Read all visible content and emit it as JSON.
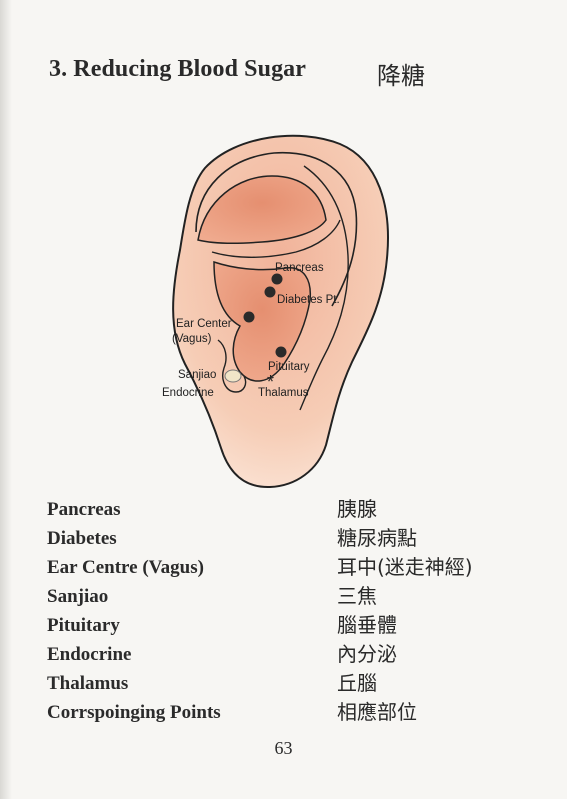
{
  "header": {
    "title": "3. Reducing Blood Sugar",
    "title_cn": "降糖"
  },
  "diagram": {
    "labels": {
      "pancreas": "Pancreas",
      "diabetes_pt": "Diabetes Pt.",
      "ear_center": "Ear Center",
      "vagus": "(Vagus)",
      "pituitary": "Pituitary",
      "sanjiao": "Sanjiao",
      "endocrine": "Endocrine",
      "thalamus": "Thalamus",
      "thalamus_marker": "*"
    },
    "colors": {
      "ear_fill": "#f5c9b0",
      "ear_inner": "#ec9f80",
      "outline": "#222222",
      "point": "#2a2a2a"
    }
  },
  "glossary": [
    {
      "en": "Pancreas",
      "cn": "胰腺"
    },
    {
      "en": "Diabetes",
      "cn": "糖尿病點"
    },
    {
      "en": "Ear Centre (Vagus)",
      "cn": "耳中(迷走神經)"
    },
    {
      "en": "Sanjiao",
      "cn": "三焦"
    },
    {
      "en": "Pituitary",
      "cn": "腦垂體"
    },
    {
      "en": "Endocrine",
      "cn": "內分泌"
    },
    {
      "en": "Thalamus",
      "cn": "丘腦"
    },
    {
      "en": "Corrspoinging Points",
      "cn": "相應部位"
    }
  ],
  "footer": {
    "page_number": "63"
  }
}
